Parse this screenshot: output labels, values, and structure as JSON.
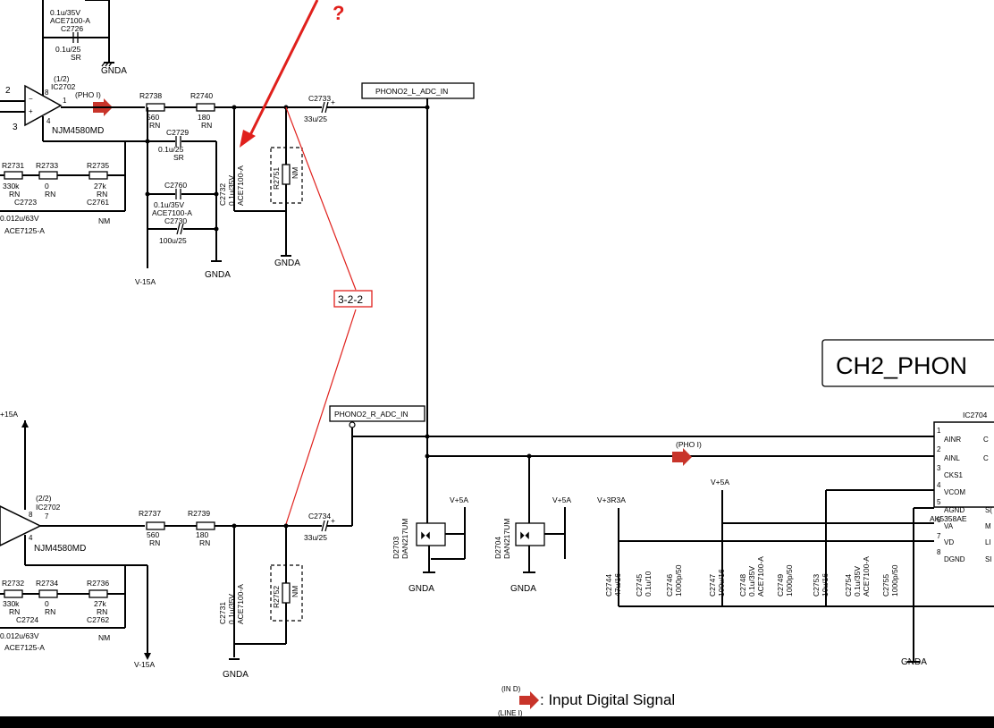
{
  "annotation": {
    "question_mark": "?",
    "tag": "3-2-2",
    "color": "#e0201c"
  },
  "title_box": "CH2_PHON",
  "nets": {
    "phono_l": "PHONO2_L_ADC_IN",
    "phono_r": "PHONO2_R_ADC_IN"
  },
  "power": {
    "v15": "+15A",
    "vneg15_a": "V-15A",
    "vneg15_b": "V-15A",
    "v5_a": "V+5A",
    "v5_b": "V+5A",
    "v5_c": "V+5A",
    "v3r3": "V+3R3A",
    "gnda": "GNDA"
  },
  "signals": {
    "pho_top": "(PHO I)",
    "pho_adc": "(PHO I)",
    "legend_in_d": "(IN D)",
    "legend_line": "(LINE I)",
    "legend_text": ": Input Digital Signal"
  },
  "opamp_top": {
    "unit": "(1/2)",
    "ref": "IC2702",
    "part": "NJM4580MD",
    "pin8": "8",
    "pin1": "1",
    "pin2": "2",
    "pin3": "3",
    "pin4": "4"
  },
  "opamp_bottom": {
    "unit": "(2/2)",
    "ref": "IC2702",
    "part": "NJM4580MD",
    "pin8": "8",
    "pin7": "7",
    "pin4": "4"
  },
  "top_components": {
    "c_top_val": "0.1u/35V",
    "c_top_part": "ACE7100-A",
    "c2726": "C2726",
    "c2726_val": "0.1u/25",
    "c2726_sr": "SR",
    "r2738": "R2738",
    "r2738_val": "560",
    "r2738_rn": "RN",
    "r2740": "R2740",
    "r2740_val": "180",
    "r2740_rn": "RN",
    "c2733": "C2733",
    "c2733_val": "33u/25",
    "c2729": "C2729",
    "c2729_val": "0.1u/25",
    "c2729_sr": "SR",
    "c2760": "C2760",
    "c2760_val": "0.1u/35V",
    "c2760_part": "ACE7100-A",
    "c2730": "C2730",
    "c2730_val": "100u/25",
    "c2732": "C2732",
    "c2732_val": "0.1u/35V",
    "c2732_part": "ACE7100-A",
    "r2751": "R2751",
    "r2751_nm": "NM",
    "r2731": "R2731",
    "r2731_val": "330k",
    "r2731_rn": "RN",
    "r2733": "R2733",
    "r2733_val": "0",
    "r2733_rn": "RN",
    "r2735": "R2735",
    "r2735_val": "27k",
    "r2735_rn": "RN",
    "c2723": "C2723",
    "c2723_val": "0.012u/63V",
    "c2723_part": "ACE7125-A",
    "c2761": "C2761",
    "c2761_nm": "NM"
  },
  "bottom_components": {
    "r2737": "R2737",
    "r2737_val": "560",
    "r2737_rn": "RN",
    "r2739": "R2739",
    "r2739_val": "180",
    "r2739_rn": "RN",
    "c2734": "C2734",
    "c2734_val": "33u/25",
    "c2731": "C2731",
    "c2731_val": "0.1u/35V",
    "c2731_part": "ACE7100-A",
    "r2752": "R2752",
    "r2752_nm": "NM",
    "r2732": "R2732",
    "r2732_val": "330k",
    "r2732_rn": "RN",
    "r2734": "R2734",
    "r2734_val": "0",
    "r2734_rn": "RN",
    "r2736": "R2736",
    "r2736_val": "27k",
    "r2736_rn": "RN",
    "c2724": "C2724",
    "c2724_val": "0.012u/63V",
    "c2724_part": "ACE7125-A",
    "c2762": "C2762",
    "c2762_nm": "NM"
  },
  "diodes": {
    "d2703": "D2703",
    "d2703_part": "DAN217UM",
    "d2704": "D2704",
    "d2704_part": "DAN217UM"
  },
  "decoupling": {
    "c2744": "C2744",
    "c2744_val": "47u/16",
    "c2745": "C2745",
    "c2745_val": "0.1u/10",
    "c2746": "C2746",
    "c2746_val": "1000p/50",
    "c2747": "C2747",
    "c2747_val": "100u/16",
    "c2748": "C2748",
    "c2748_val": "0.1u/35V",
    "c2748_part": "ACE7100-A",
    "c2749": "C2749",
    "c2749_val": "1000p/50",
    "c2753": "C2753",
    "c2753_val": "10u/16",
    "c2754": "C2754",
    "c2754_val": "0.1u/35V",
    "c2754_part": "ACE7100-A",
    "c2755": "C2755",
    "c2755_val": "1000p/50"
  },
  "adc": {
    "ref": "IC2704",
    "part": "AK5358AE",
    "pins": [
      {
        "num": "1",
        "name": "AINR",
        "right": "C"
      },
      {
        "num": "2",
        "name": "AINL",
        "right": "C"
      },
      {
        "num": "3",
        "name": "CKS1",
        "right": ""
      },
      {
        "num": "4",
        "name": "VCOM",
        "right": ""
      },
      {
        "num": "5",
        "name": "AGND",
        "right": "S("
      },
      {
        "num": "6",
        "name": "VA",
        "right": "M"
      },
      {
        "num": "7",
        "name": "VD",
        "right": "LI"
      },
      {
        "num": "8",
        "name": "DGND",
        "right": "SI"
      }
    ]
  }
}
